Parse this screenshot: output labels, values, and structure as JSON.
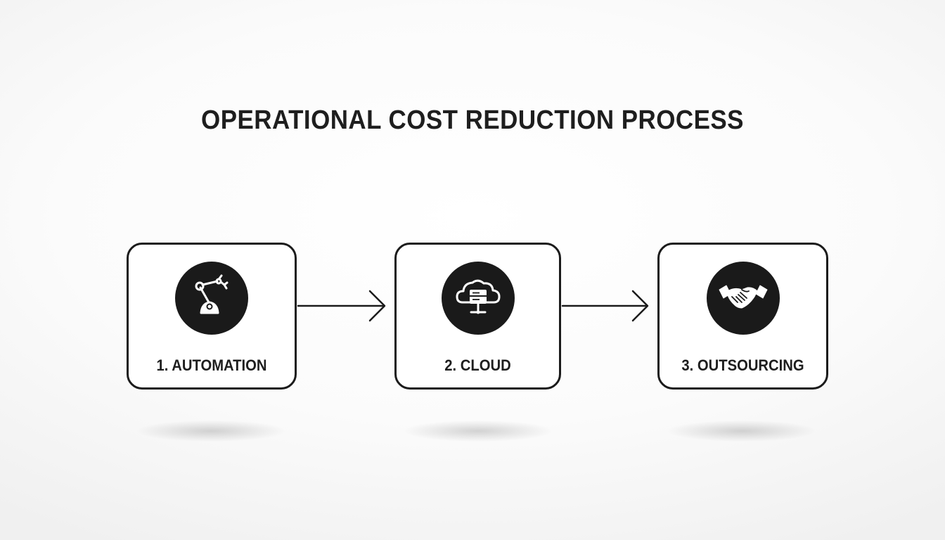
{
  "title": "OPERATIONAL COST REDUCTION PROCESS",
  "steps": [
    {
      "label": "1. AUTOMATION",
      "icon": "robot-arm-icon"
    },
    {
      "label": "2. CLOUD",
      "icon": "cloud-server-icon"
    },
    {
      "label": "3. OUTSOURCING",
      "icon": "handshake-icon"
    }
  ],
  "colors": {
    "ink": "#1b1b1b",
    "background": "#ffffff"
  }
}
